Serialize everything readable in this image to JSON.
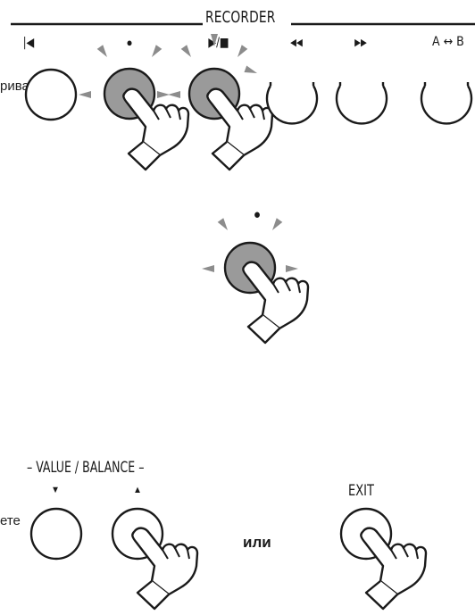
{
  "recorder": {
    "section_label": "RECORDER",
    "buttons": [
      {
        "symbol": "|◀"
      },
      {
        "symbol": "●"
      },
      {
        "symbol": "▶/■"
      },
      {
        "symbol": "◀◀"
      },
      {
        "symbol": "▶▶"
      },
      {
        "symbol": "A ↔ B"
      }
    ],
    "text_fragment": "риване)."
  },
  "record_step": {
    "symbol": "●"
  },
  "value_balance": {
    "section_label": "– VALUE / BALANCE –",
    "down_symbol": "▼",
    "up_symbol": "▲",
    "text_fragment": "ете"
  },
  "or_text": "или",
  "exit": {
    "label": "EXIT"
  },
  "colors": {
    "pressed_button": "#9a9a9a",
    "unpressed_button": "#ffffff",
    "outline": "#1a1a1a",
    "glow_rays": "#8c8c8c"
  },
  "icons": [
    "hand-pointer-icon",
    "glow-ray-icon"
  ]
}
